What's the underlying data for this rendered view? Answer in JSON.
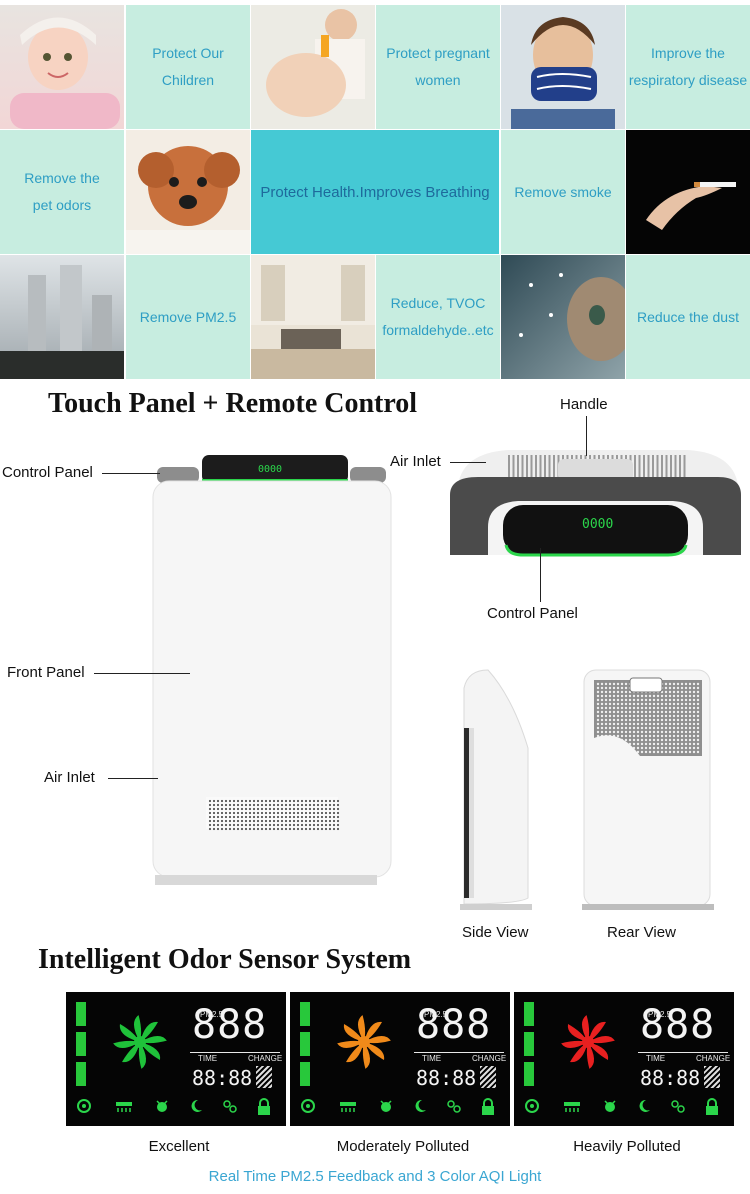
{
  "grid": {
    "protect_children": [
      "Protect Our",
      "Children"
    ],
    "protect_pregnant": [
      "Protect pregnant",
      "women"
    ],
    "improve_respiratory": [
      "Improve the",
      "respiratory disease"
    ],
    "remove_pet_odors": [
      "Remove the",
      "pet odors"
    ],
    "protect_health": "Protect Health.Improves Breathing",
    "remove_smoke": "Remove smoke",
    "remove_pm25": "Remove PM2.5",
    "reduce_tvoc": [
      "Reduce, TVOC",
      "formaldehyde..etc"
    ],
    "reduce_dust": "Reduce the dust"
  },
  "section1": {
    "title": "Touch Panel + Remote Control",
    "labels": {
      "control_panel_left": "Control Panel",
      "front_panel": "Front Panel",
      "air_inlet_left": "Air Inlet",
      "handle": "Handle",
      "air_inlet_top": "Air Inlet",
      "control_panel_top": "Control Panel",
      "side_view": "Side View",
      "rear_view": "Rear View"
    },
    "top_panel_display": "0000",
    "colors": {
      "accent_green": "#2bd64b",
      "body_white": "#f6f6f6",
      "dark_grey": "#4a4a4a"
    }
  },
  "section2": {
    "title": "Intelligent Odor Sensor System",
    "panels": [
      {
        "caption": "Excellent",
        "fan_color": "#1fc23a",
        "pm_label": "PM2.5",
        "pm_value": "888",
        "time_label": "TIME",
        "change_label": "CHANGE",
        "time_value": "88:88"
      },
      {
        "caption": "Moderately Polluted",
        "fan_color": "#f08a1a",
        "pm_label": "PM2.5",
        "pm_value": "888",
        "time_label": "TIME",
        "change_label": "CHANGE",
        "time_value": "88:88"
      },
      {
        "caption": "Heavily Polluted",
        "fan_color": "#e82020",
        "pm_label": "PM2.5",
        "pm_value": "888",
        "time_label": "TIME",
        "change_label": "CHANGE",
        "time_value": "88:88"
      }
    ],
    "footer": "Real Time PM2.5 Feedback and 3 Color AQI Light"
  }
}
